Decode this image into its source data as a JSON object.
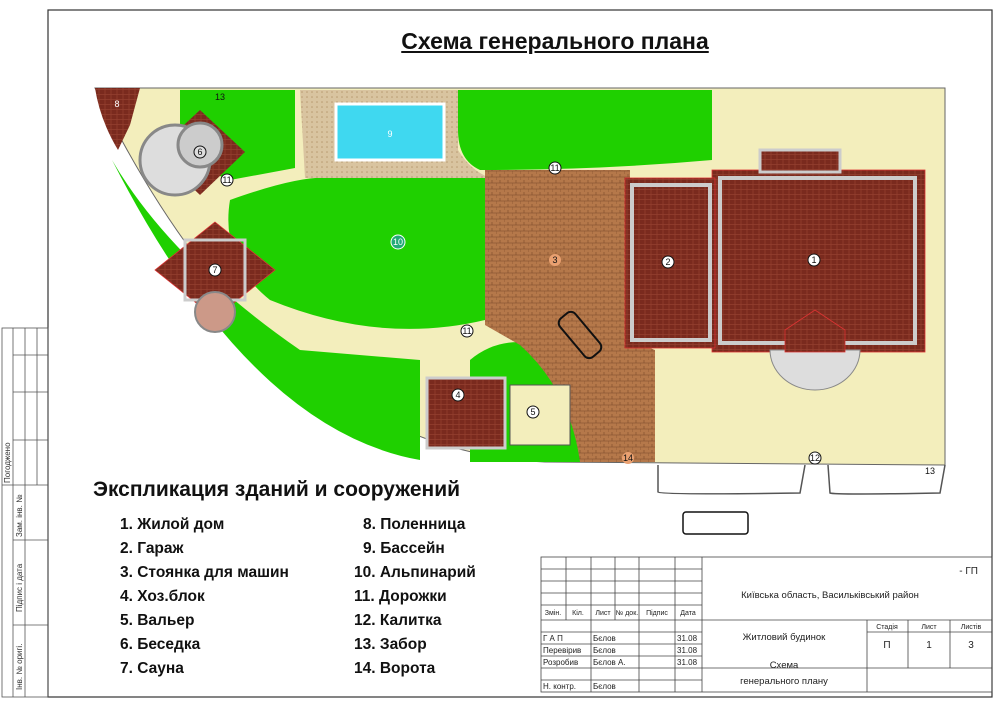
{
  "title": "Схема генерального плана",
  "explication": {
    "title": "Экспликация зданий и сооружений",
    "items": [
      "1. Жилой дом",
      "2. Гараж",
      "3. Стоянка для машин",
      "4. Хоз.блок",
      "5. Вальер",
      "6. Беседка",
      "7. Сауна",
      "8. Поленница",
      "9. Бассейн",
      "10. Альпинарий",
      "11. Дорожки",
      "12. Калитка",
      "13. Забор",
      "14. Ворота"
    ]
  },
  "plan": {
    "markers": [
      "1",
      "2",
      "3",
      "4",
      "5",
      "6",
      "7",
      "8",
      "9",
      "10",
      "11",
      "11",
      "11",
      "12",
      "13",
      "13",
      "14"
    ],
    "colors": {
      "lawn": "#1fd000",
      "paving": "#b5784a",
      "roof": "#7a2a1e",
      "ground": "#f3eebc",
      "pool": "#3fd8f0",
      "path": "#f4efc4"
    }
  },
  "side_stamp": [
    "Погоджено",
    "Зам. інв. №",
    "Підпис і дата",
    "Інв. № оригі."
  ],
  "title_block": {
    "code": "- ГП",
    "location": "Київська область, Васильківський район",
    "object": "Житловий будинок",
    "sheet_title_1": "Схема",
    "sheet_title_2": "генерального плану",
    "headers": [
      "Змін.",
      "Кіл.",
      "Лист",
      "№ док.",
      "Підпис",
      "Дата"
    ],
    "stage_headers": [
      "Стадія",
      "Лист",
      "Листів"
    ],
    "stage_values": [
      "П",
      "1",
      "3"
    ],
    "signers": [
      {
        "role": "Г А П",
        "name": "Бєлов",
        "date": "31.08"
      },
      {
        "role": "Перевірив",
        "name": "Бєлов",
        "date": "31.08"
      },
      {
        "role": "Розробив",
        "name": "Бєлов А.",
        "date": "31.08"
      },
      {
        "role": "Н. контр.",
        "name": "Бєлов",
        "date": ""
      }
    ]
  }
}
